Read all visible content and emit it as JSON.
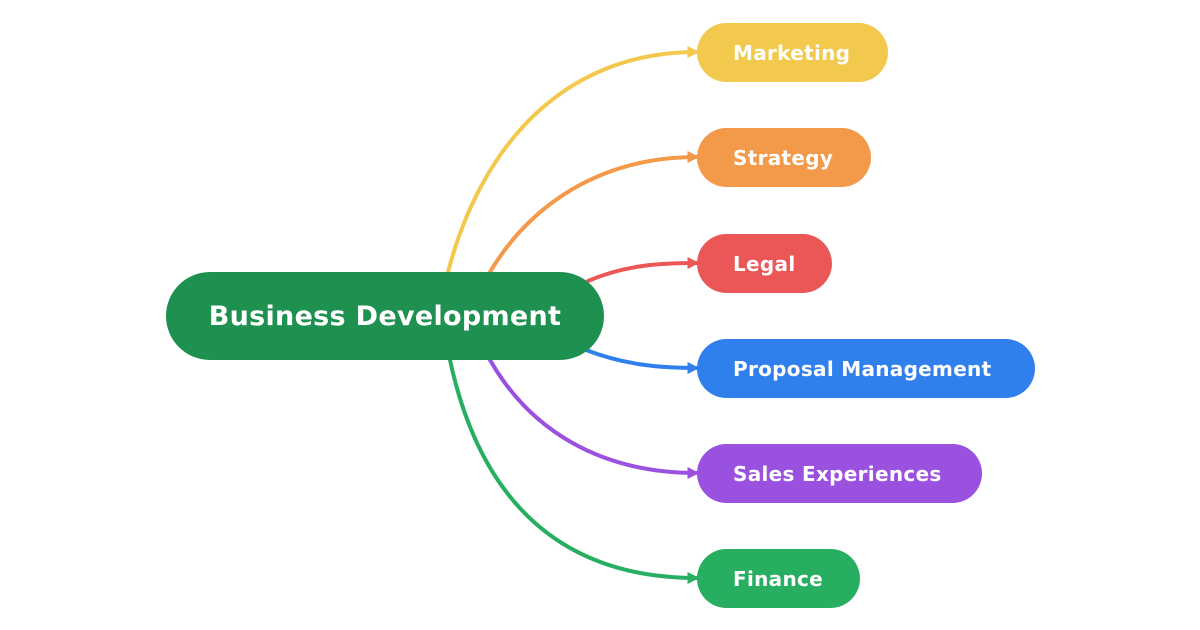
{
  "root": {
    "label": "Business Development",
    "color": "#1e9150"
  },
  "branches": [
    {
      "label": "Marketing",
      "color": "#f2c94c"
    },
    {
      "label": "Strategy",
      "color": "#f2994a"
    },
    {
      "label": "Legal",
      "color": "#eb5757"
    },
    {
      "label": "Proposal Management",
      "color": "#2f80ed"
    },
    {
      "label": "Sales Experiences",
      "color": "#9b51e0"
    },
    {
      "label": "Finance",
      "color": "#27ae60"
    }
  ]
}
